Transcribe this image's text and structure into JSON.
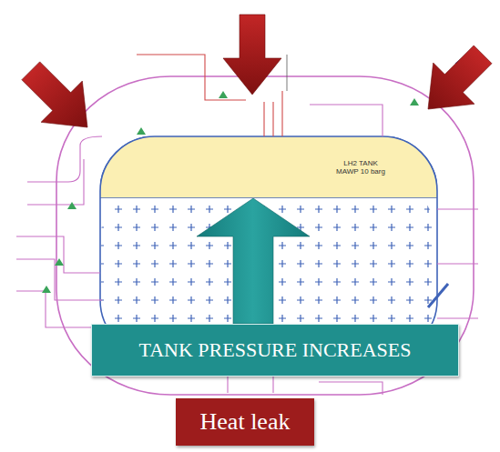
{
  "diagram": {
    "nodes": [
      {
        "text": [
          "LH2 TANK MAWP 10 barg"
        ]
      },
      {
        "text": [
          "TANK PRESSURE INCREASES"
        ]
      },
      {
        "text": [
          "Heat leak"
        ]
      }
    ],
    "edges": [
      {
        "from": 1,
        "to": 0,
        "arrow": "to"
      }
    ]
  }
}
